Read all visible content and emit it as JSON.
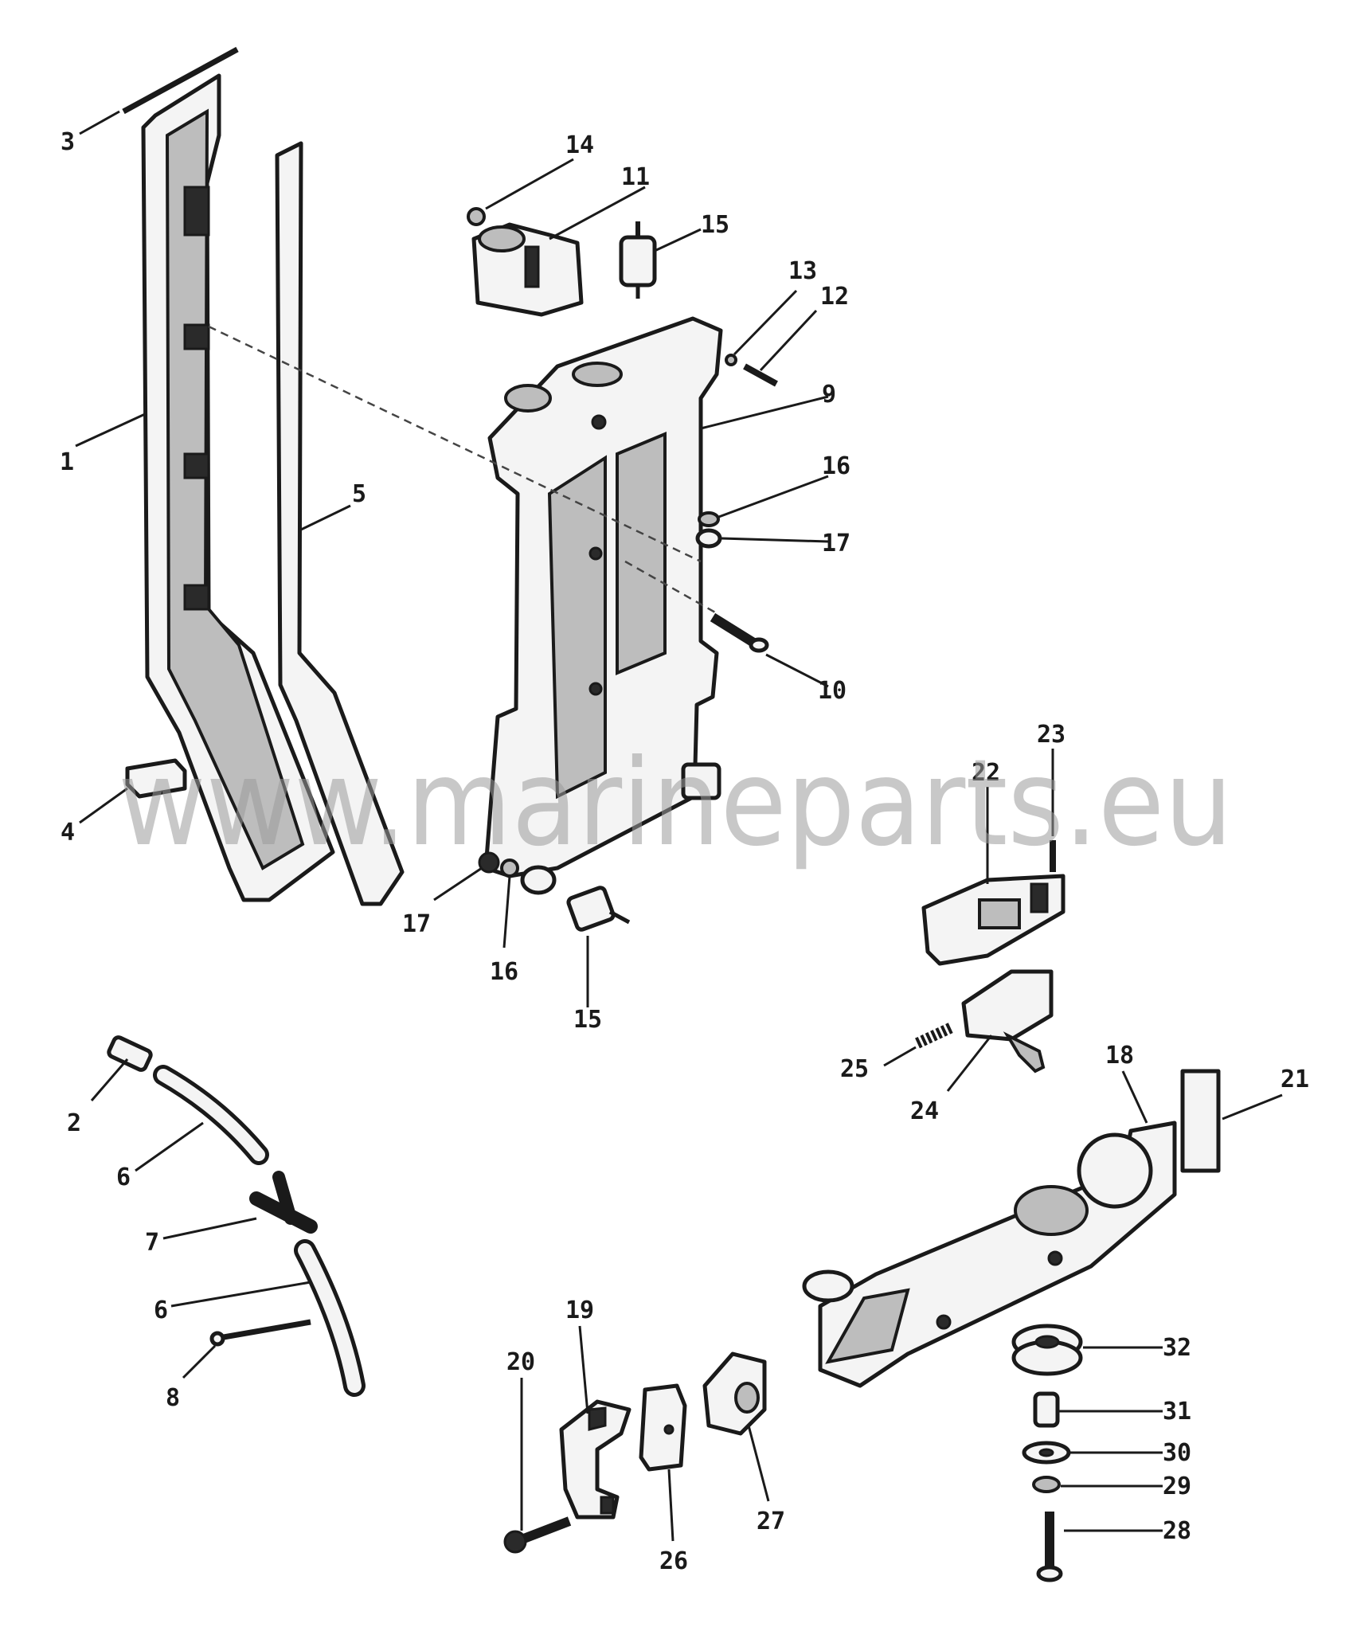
{
  "watermark": "www.marineparts.eu",
  "callouts": [
    {
      "id": "c1",
      "text": "1"
    },
    {
      "id": "c2",
      "text": "2"
    },
    {
      "id": "c3",
      "text": "3"
    },
    {
      "id": "c4",
      "text": "4"
    },
    {
      "id": "c5",
      "text": "5"
    },
    {
      "id": "c6a",
      "text": "6"
    },
    {
      "id": "c6b",
      "text": "6"
    },
    {
      "id": "c7",
      "text": "7"
    },
    {
      "id": "c8",
      "text": "8"
    },
    {
      "id": "c9",
      "text": "9"
    },
    {
      "id": "c10",
      "text": "10"
    },
    {
      "id": "c11",
      "text": "11"
    },
    {
      "id": "c12",
      "text": "12"
    },
    {
      "id": "c13",
      "text": "13"
    },
    {
      "id": "c14",
      "text": "14"
    },
    {
      "id": "c15a",
      "text": "15"
    },
    {
      "id": "c15b",
      "text": "15"
    },
    {
      "id": "c16a",
      "text": "16"
    },
    {
      "id": "c16b",
      "text": "16"
    },
    {
      "id": "c17a",
      "text": "17"
    },
    {
      "id": "c17b",
      "text": "17"
    },
    {
      "id": "c18",
      "text": "18"
    },
    {
      "id": "c19",
      "text": "19"
    },
    {
      "id": "c20",
      "text": "20"
    },
    {
      "id": "c21",
      "text": "21"
    },
    {
      "id": "c22",
      "text": "22"
    },
    {
      "id": "c23",
      "text": "23"
    },
    {
      "id": "c24",
      "text": "24"
    },
    {
      "id": "c25",
      "text": "25"
    },
    {
      "id": "c26",
      "text": "26"
    },
    {
      "id": "c27",
      "text": "27"
    },
    {
      "id": "c28",
      "text": "28"
    },
    {
      "id": "c29",
      "text": "29"
    },
    {
      "id": "c30",
      "text": "30"
    },
    {
      "id": "c31",
      "text": "31"
    },
    {
      "id": "c32",
      "text": "32"
    }
  ]
}
